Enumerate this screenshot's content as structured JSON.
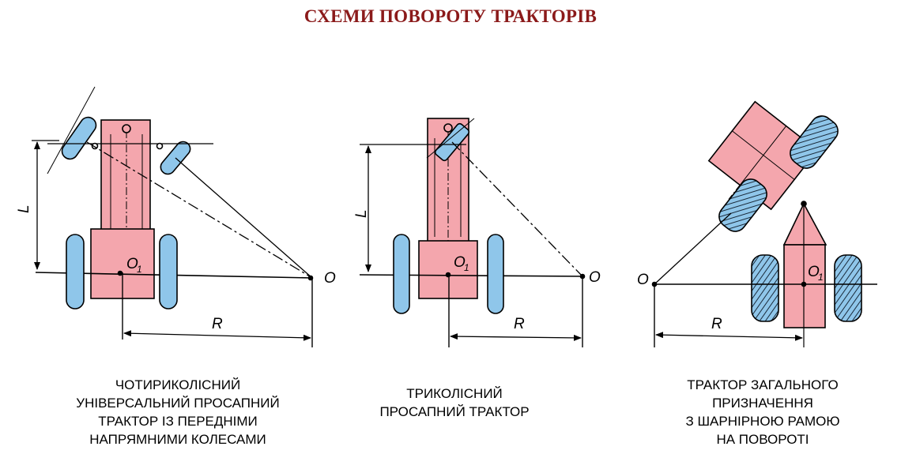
{
  "title": "СХЕМИ ПОВОРОТУ ТРАКТОРІВ",
  "colors": {
    "body": "#f4a6ad",
    "wheel": "#8fc6ea",
    "line": "#000000",
    "title": "#8b1a1a"
  },
  "diagrams": [
    {
      "caption": "ЧОТИРИКОЛІСНИЙ\nУНІВЕРСАЛЬНИЙ ПРОСАПНИЙ\nТРАКТОР ІЗ ПЕРЕДНІМИ\nНАПРЯМНИМИ КОЛЕСАМИ",
      "labels": {
        "wheelbase": "L",
        "center": "O",
        "axle_point": "O",
        "axle_sub": "1",
        "radius": "R"
      }
    },
    {
      "caption": "ТРИКОЛІСНИЙ\nПРОСАПНИЙ ТРАКТОР",
      "labels": {
        "wheelbase": "L",
        "center": "O",
        "axle_point": "O",
        "axle_sub": "1",
        "radius": "R"
      }
    },
    {
      "caption": "ТРАКТОР ЗАГАЛЬНОГО\nПРИЗНАЧЕННЯ\nЗ ШАРНІРНОЮ РАМОЮ\nНА ПОВОРОТІ",
      "labels": {
        "center": "O",
        "axle_point": "O",
        "axle_sub": "1",
        "radius": "R"
      }
    }
  ]
}
